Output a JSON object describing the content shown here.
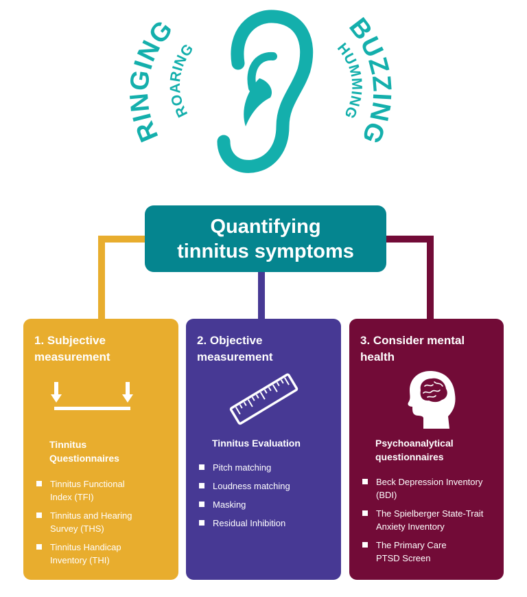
{
  "colors": {
    "teal": "#14AFAC",
    "title_box": "#05858F",
    "gold": "#E8AD2E",
    "purple": "#473994",
    "maroon": "#720B37"
  },
  "words": {
    "ringing": "RINGING",
    "roaring": "ROARING",
    "buzzing": "BUZZING",
    "humming": "HUMMING"
  },
  "title": {
    "line1": "Quantifying",
    "line2": "tinnitus symptoms"
  },
  "cards": [
    {
      "title_line1": "1. Subjective",
      "title_line2": "measurement",
      "icon": "measurement-scale-arrows-icon",
      "sub_line1": "Tinnitus",
      "sub_line2": "Questionnaires",
      "items": [
        {
          "line1": "Tinnitus Functional",
          "line2": "Index (TFI)"
        },
        {
          "line1": "Tinnitus and Hearing",
          "line2": "Survey (THS)"
        },
        {
          "line1": "Tinnitus Handicap",
          "line2": "Inventory (THI)"
        }
      ]
    },
    {
      "title_line1": "2. Objective",
      "title_line2": "measurement",
      "icon": "ruler-icon",
      "sub_line1": "Tinnitus Evaluation",
      "items": [
        {
          "line1": "Pitch matching"
        },
        {
          "line1": "Loudness matching"
        },
        {
          "line1": "Masking"
        },
        {
          "line1": "Residual Inhibition"
        }
      ]
    },
    {
      "title_line1": "3. Consider mental",
      "title_line2": "health",
      "icon": "head-brain-icon",
      "sub_line1": "Psychoanalytical",
      "sub_line2": "questionnaires",
      "items": [
        {
          "line1": "Beck Depression Inventory",
          "line2": "(BDI)"
        },
        {
          "line1": "The Spielberger State-Trait",
          "line2": "Anxiety Inventory"
        },
        {
          "line1": "The Primary Care",
          "line2": "PTSD Screen"
        }
      ]
    }
  ]
}
